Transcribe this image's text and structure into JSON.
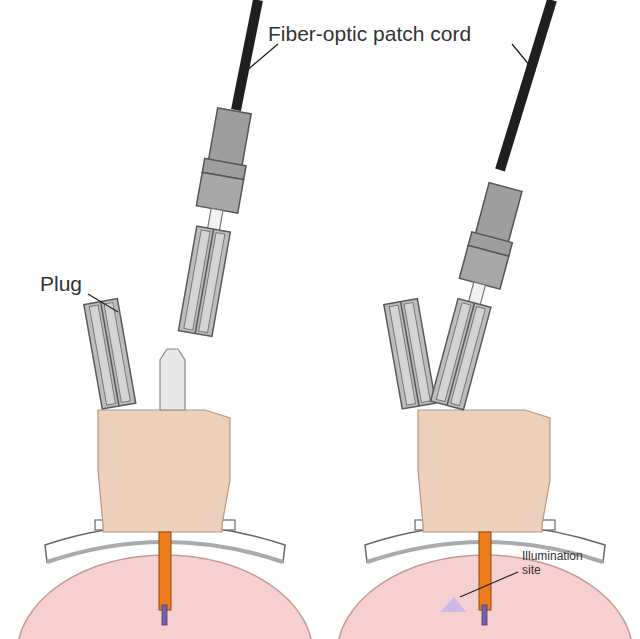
{
  "diagram": {
    "labels": [
      "Fiber-optic patch cord",
      "Plug",
      "Illumination site"
    ]
  }
}
